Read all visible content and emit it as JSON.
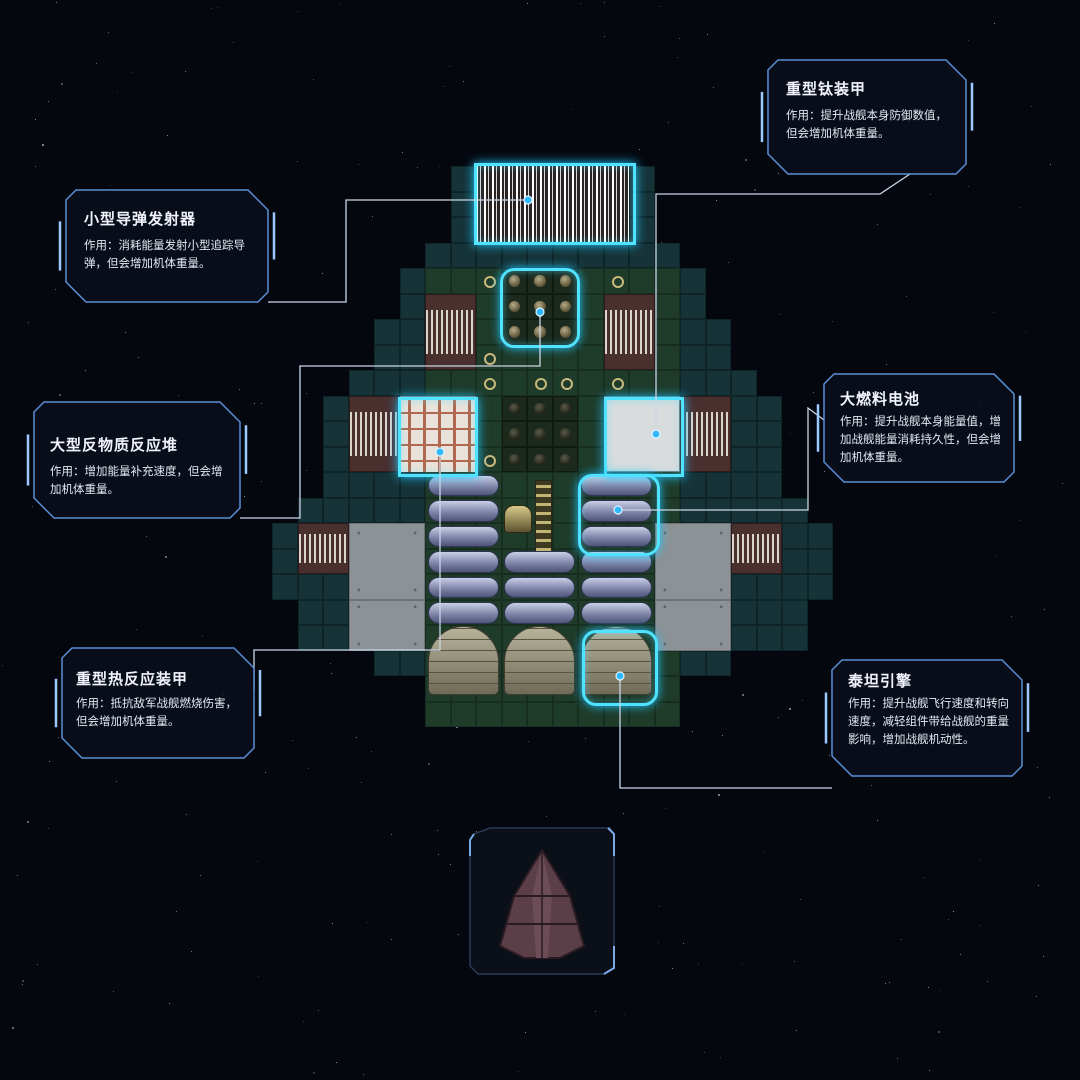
{
  "ship_name": "",
  "colors": {
    "highlight": "#4fe3ff",
    "panel_border": "#5a8fd4",
    "panel_bg": "#0a0f1c",
    "hull": "#163338",
    "background": "#05070e"
  },
  "modules": [
    {
      "id": "heavy-titanium-armor",
      "title": "重型钛装甲",
      "desc": "作用：提升战舰本身防御数值，但会增加机体重量。",
      "icon": "armor-plate-icon"
    },
    {
      "id": "small-missile-launcher",
      "title": "小型导弹发射器",
      "desc": "作用：消耗能量发射小型追踪导弹，但会增加机体重量。",
      "icon": "missile-launcher-icon"
    },
    {
      "id": "large-antimatter-reactor",
      "title": "大型反物质反应堆",
      "desc": "作用：增加能量补充速度，但会增加机体重量。",
      "icon": "antimatter-reactor-icon"
    },
    {
      "id": "large-fuel-cell",
      "title": "大燃料电池",
      "desc": "作用：提升战舰本身能量值，增加战舰能量消耗持久性，但会增加机体重量。",
      "icon": "fuel-cell-icon"
    },
    {
      "id": "heavy-thermal-armor",
      "title": "重型热反应装甲",
      "desc": "作用：抵抗敌军战舰燃烧伤害，但会增加机体重量。",
      "icon": "thermal-armor-icon"
    },
    {
      "id": "titan-engine",
      "title": "泰坦引擎",
      "desc": "作用：提升战舰飞行速度和转向速度，减轻组件带给战舰的重量影响，增加战舰机动性。",
      "icon": "engine-icon"
    }
  ]
}
